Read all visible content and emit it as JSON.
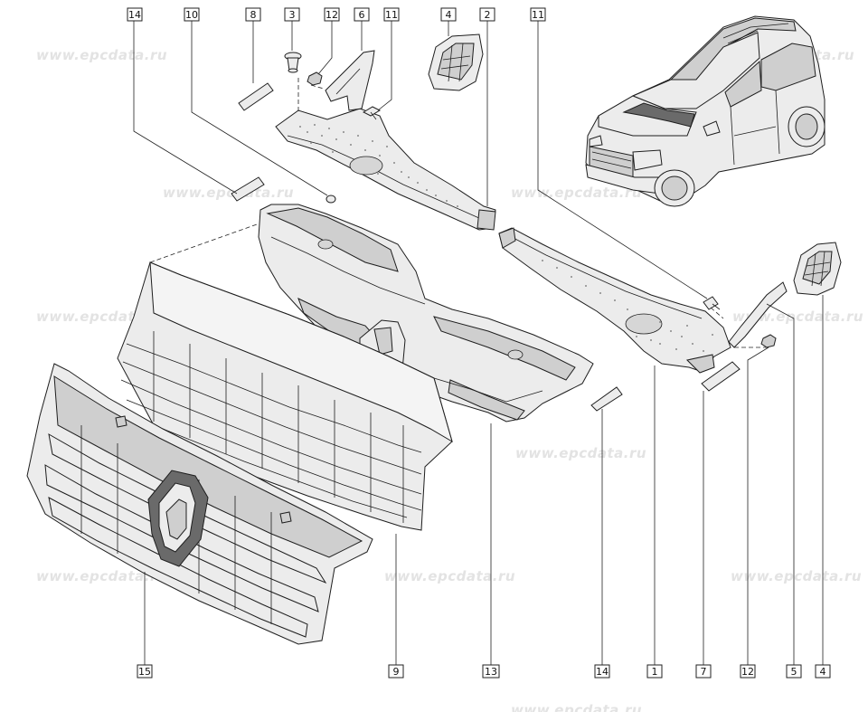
{
  "watermark": {
    "text": "www.epcdata.ru",
    "count": 12
  },
  "callouts": [
    {
      "id": "c-14-top",
      "label": "14"
    },
    {
      "id": "c-10",
      "label": "10"
    },
    {
      "id": "c-8",
      "label": "8"
    },
    {
      "id": "c-3",
      "label": "3"
    },
    {
      "id": "c-12-top",
      "label": "12"
    },
    {
      "id": "c-6",
      "label": "6"
    },
    {
      "id": "c-11-top-left",
      "label": "11"
    },
    {
      "id": "c-4-top",
      "label": "4"
    },
    {
      "id": "c-2",
      "label": "2"
    },
    {
      "id": "c-11-top-right",
      "label": "11"
    },
    {
      "id": "c-15",
      "label": "15"
    },
    {
      "id": "c-9",
      "label": "9"
    },
    {
      "id": "c-13",
      "label": "13"
    },
    {
      "id": "c-14-bottom",
      "label": "14"
    },
    {
      "id": "c-1",
      "label": "1"
    },
    {
      "id": "c-7",
      "label": "7"
    },
    {
      "id": "c-12-bottom",
      "label": "12"
    },
    {
      "id": "c-5",
      "label": "5"
    },
    {
      "id": "c-4-bottom",
      "label": "4"
    }
  ]
}
